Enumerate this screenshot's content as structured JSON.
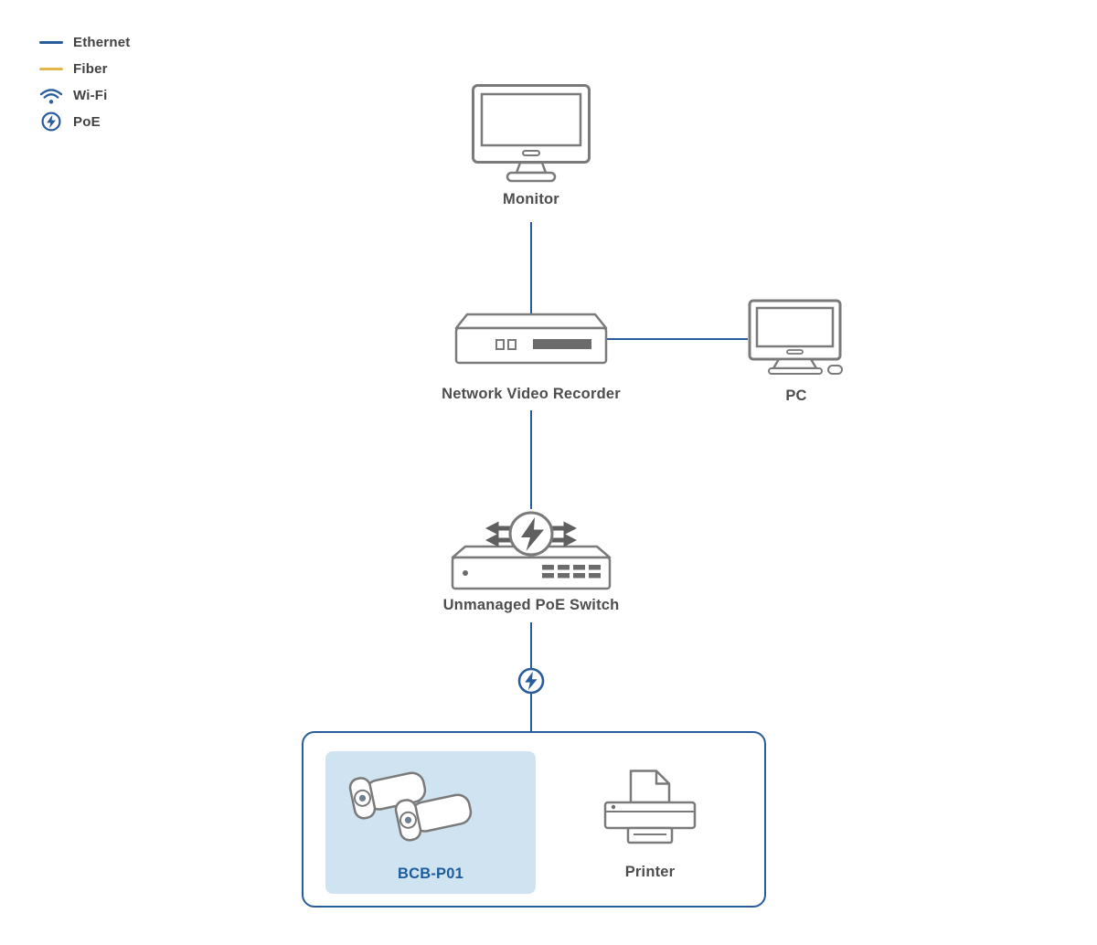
{
  "legend": {
    "items": [
      {
        "id": "ethernet",
        "label": "Ethernet"
      },
      {
        "id": "fiber",
        "label": "Fiber"
      },
      {
        "id": "wifi",
        "label": "Wi-Fi"
      },
      {
        "id": "poe",
        "label": "PoE"
      }
    ]
  },
  "nodes": {
    "monitor": {
      "label": "Monitor"
    },
    "nvr": {
      "label": "Network Video Recorder"
    },
    "pc": {
      "label": "PC"
    },
    "poe_switch": {
      "label": "Unmanaged PoE Switch"
    },
    "camera": {
      "label": "BCB-P01",
      "highlighted": true
    },
    "printer": {
      "label": "Printer"
    }
  },
  "connections": [
    {
      "from": "monitor",
      "to": "nvr",
      "type": "ethernet"
    },
    {
      "from": "nvr",
      "to": "pc",
      "type": "ethernet"
    },
    {
      "from": "nvr",
      "to": "poe_switch",
      "type": "ethernet"
    },
    {
      "from": "poe_switch",
      "to": "device-group",
      "type": "ethernet",
      "poe": true
    }
  ],
  "colors": {
    "ethernet": "#285c9c",
    "fiber": "#e3b74b",
    "accent": "#285c9c",
    "icon_stroke": "#7a7a7a",
    "label_text": "#4d4d4d",
    "highlight_fill": "#cfe4f0"
  }
}
